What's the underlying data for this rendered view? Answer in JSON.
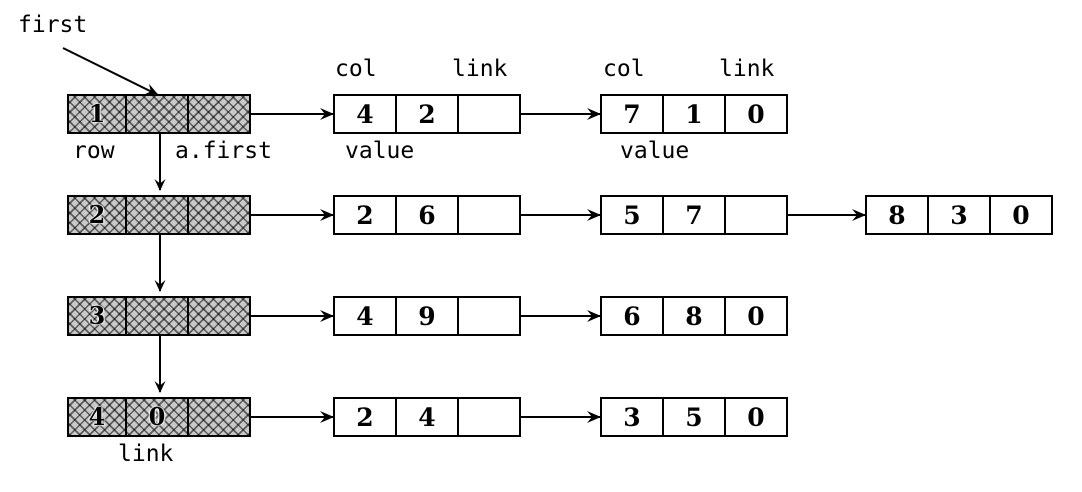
{
  "diagram": {
    "title": "sparse-matrix-linked-list",
    "pointer_label": "first",
    "header_column_labels": {
      "row": "row",
      "a_first": "a.first",
      "link": "link"
    },
    "node_column_labels": {
      "col": "col",
      "value": "value",
      "link": "link"
    },
    "header_rows": [
      {
        "row": "1",
        "link": "",
        "pad": ""
      },
      {
        "row": "2",
        "link": "",
        "pad": ""
      },
      {
        "row": "3",
        "link": "",
        "pad": ""
      },
      {
        "row": "4",
        "link": "0",
        "pad": ""
      }
    ],
    "lists": [
      {
        "nodes": [
          {
            "col": "4",
            "value": "2",
            "link": ""
          },
          {
            "col": "7",
            "value": "1",
            "link": "0"
          }
        ]
      },
      {
        "nodes": [
          {
            "col": "2",
            "value": "6",
            "link": ""
          },
          {
            "col": "5",
            "value": "7",
            "link": ""
          },
          {
            "col": "8",
            "value": "3",
            "link": "0"
          }
        ]
      },
      {
        "nodes": [
          {
            "col": "4",
            "value": "9",
            "link": ""
          },
          {
            "col": "6",
            "value": "8",
            "link": "0"
          }
        ]
      },
      {
        "nodes": [
          {
            "col": "2",
            "value": "4",
            "link": ""
          },
          {
            "col": "3",
            "value": "5",
            "link": "0"
          }
        ]
      }
    ],
    "annotations": {
      "row_label": "row",
      "a_first_label": "a.first",
      "value_label_1": "value",
      "value_label_2": "value",
      "col_label_1": "col",
      "link_label_1": "link",
      "col_label_2": "col",
      "link_label_2": "link",
      "bottom_link_label": "link"
    },
    "colors": {
      "ink": "#000000",
      "paper": "#ffffff",
      "hatch_fill": "#c9c9c9"
    }
  }
}
